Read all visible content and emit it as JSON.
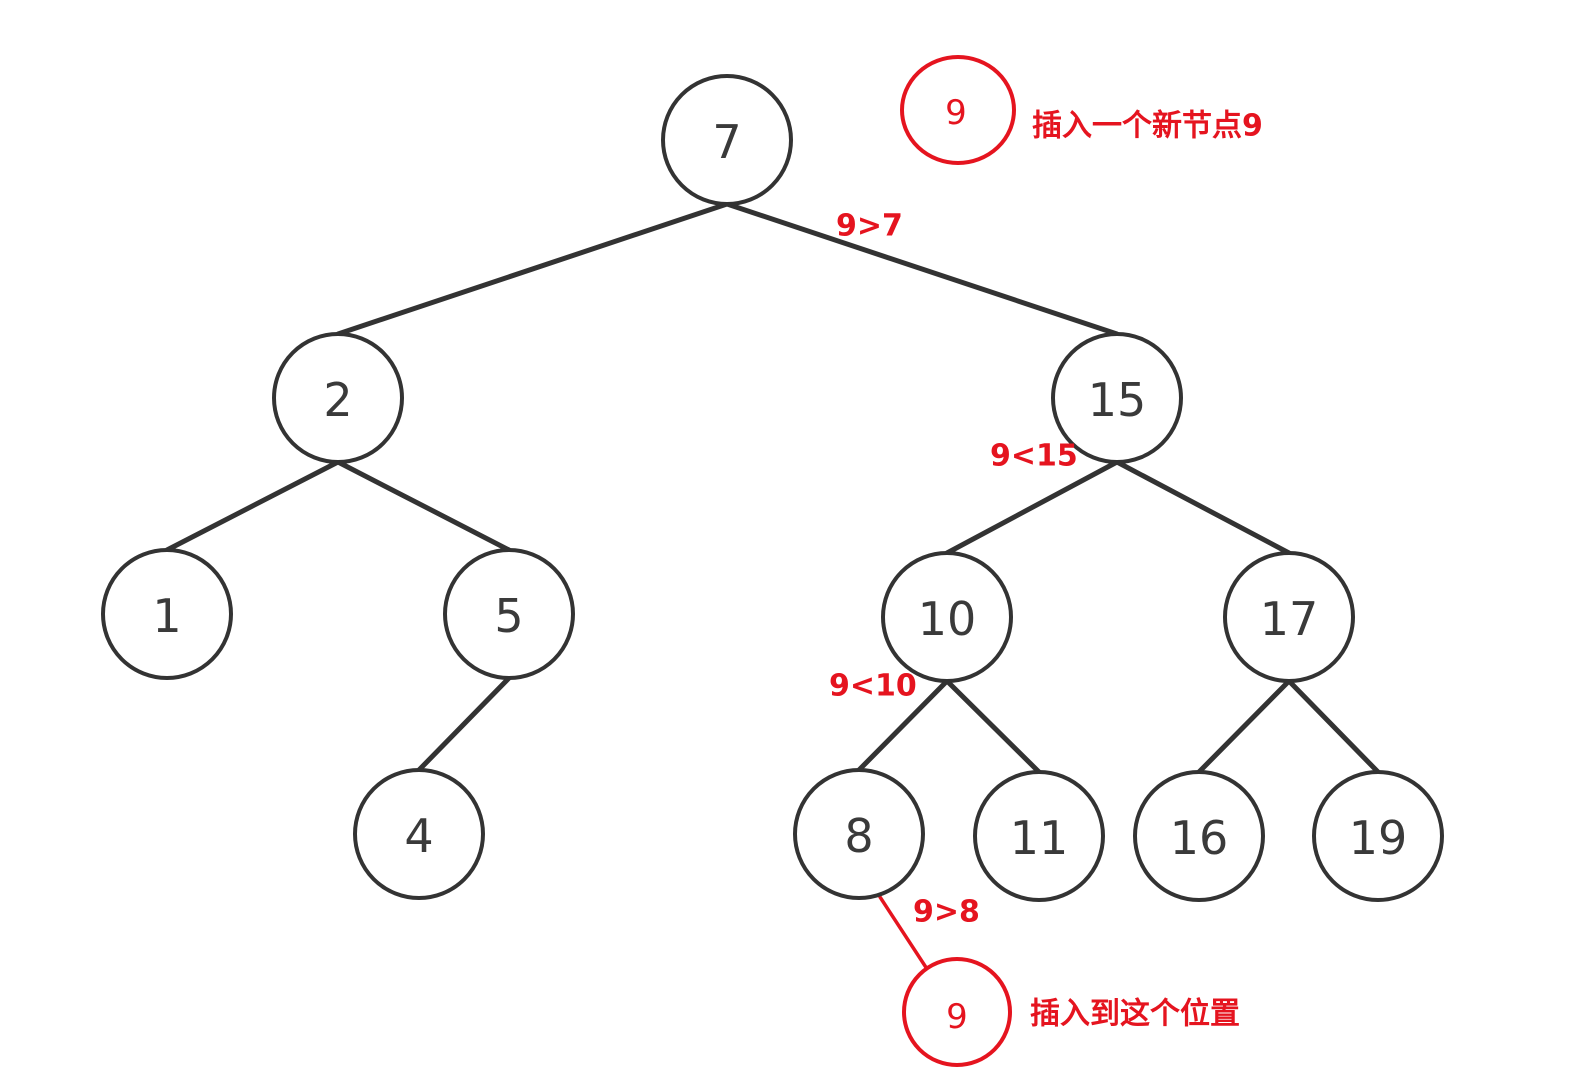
{
  "colors": {
    "edge": "#333333",
    "node_text": "#3a3a3a",
    "highlight": "#e5141f",
    "background": "#ffffff"
  },
  "tree": {
    "nodes": [
      {
        "id": "n7",
        "label": "7"
      },
      {
        "id": "n2",
        "label": "2"
      },
      {
        "id": "n15",
        "label": "15"
      },
      {
        "id": "n1",
        "label": "1"
      },
      {
        "id": "n5",
        "label": "5"
      },
      {
        "id": "n10",
        "label": "10"
      },
      {
        "id": "n17",
        "label": "17"
      },
      {
        "id": "n4",
        "label": "4"
      },
      {
        "id": "n8",
        "label": "8"
      },
      {
        "id": "n11",
        "label": "11"
      },
      {
        "id": "n16",
        "label": "16"
      },
      {
        "id": "n19",
        "label": "19"
      }
    ],
    "edges": [
      {
        "from": "n7",
        "to": "n2"
      },
      {
        "from": "n7",
        "to": "n15"
      },
      {
        "from": "n2",
        "to": "n1"
      },
      {
        "from": "n2",
        "to": "n5"
      },
      {
        "from": "n5",
        "to": "n4"
      },
      {
        "from": "n15",
        "to": "n10"
      },
      {
        "from": "n15",
        "to": "n17"
      },
      {
        "from": "n10",
        "to": "n8"
      },
      {
        "from": "n10",
        "to": "n11"
      },
      {
        "from": "n17",
        "to": "n16"
      },
      {
        "from": "n17",
        "to": "n19"
      }
    ]
  },
  "insertion": {
    "new_node_label": "9",
    "new_node_caption": "插入一个新节点9",
    "inserted_node_label": "9",
    "inserted_caption": "插入到这个位置",
    "comparisons": [
      {
        "id": "cmp-root",
        "text": "9>7"
      },
      {
        "id": "cmp-15",
        "text": "9<15"
      },
      {
        "id": "cmp-10",
        "text": "9<10"
      },
      {
        "id": "cmp-8",
        "text": "9>8"
      }
    ]
  }
}
